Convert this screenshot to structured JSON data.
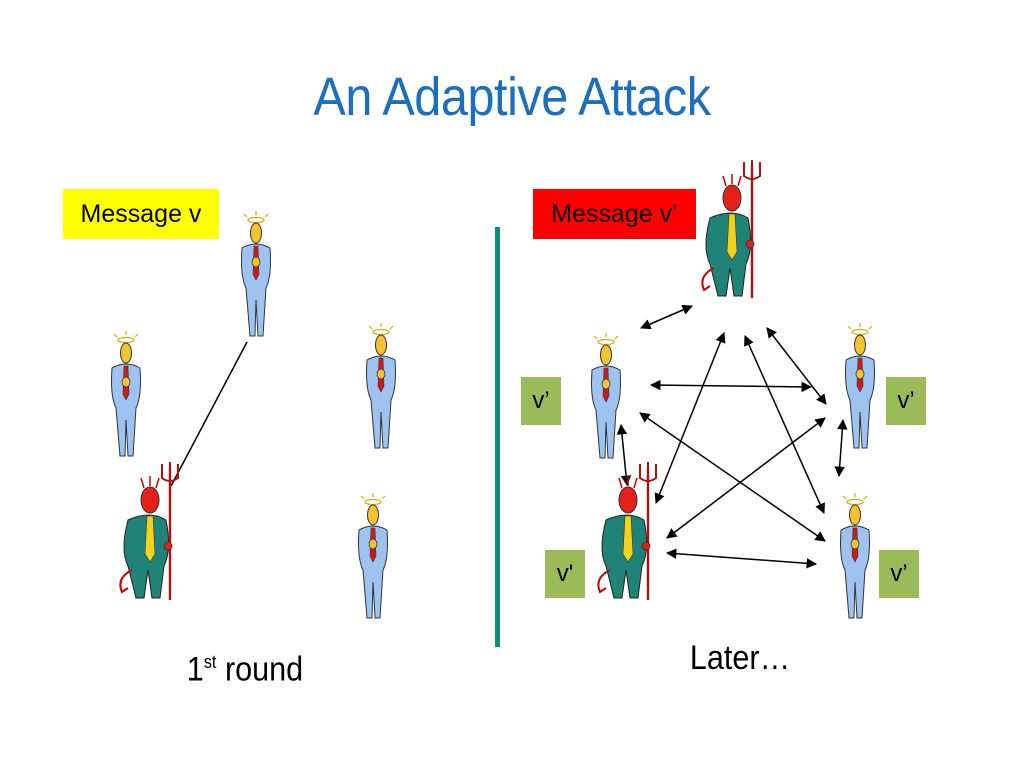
{
  "title": "An Adaptive Attack",
  "left_panel": {
    "message_label": "Message v",
    "caption_main": "1",
    "caption_sup": "st",
    "caption_rest": " round"
  },
  "right_panel": {
    "message_label": "Message v’",
    "caption": "Later…",
    "value_tags": [
      "v’",
      "v’",
      "v'",
      "v’"
    ]
  },
  "colors": {
    "title": "#1C6FBF",
    "yellow_box": "#FFFF00",
    "red_box": "#FF0000",
    "green_tag": "#9BBB59",
    "divider": "#138A74",
    "honest_suit": "#9EC3F0",
    "honest_face": "#F2C230",
    "devil_suit": "#1F8378",
    "devil_face": "#E52019",
    "tie_red": "#D01818",
    "tie_yellow": "#F2D21B"
  },
  "icons": {
    "honest": "angel-figure-icon",
    "byzantine": "devil-figure-icon"
  }
}
